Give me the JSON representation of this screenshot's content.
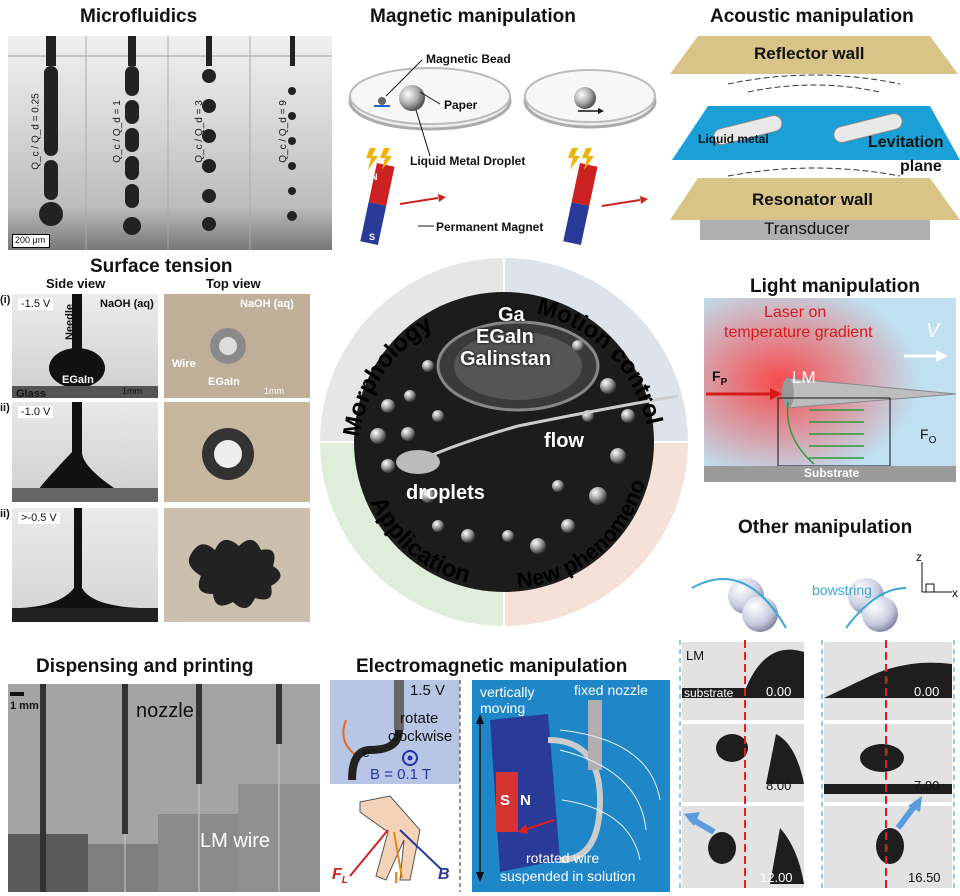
{
  "titles": {
    "microfluidics": "Microfluidics",
    "magnetic": "Magnetic manipulation",
    "acoustic": "Acoustic manipulation",
    "surface": "Surface tension",
    "light": "Light manipulation",
    "other": "Other manipulation",
    "dispensing": "Dispensing and printing",
    "electromagnetic": "Electromagnetic manipulation"
  },
  "microfluidics": {
    "ratios": [
      "Q_c / Q_d = 0.25",
      "Q_c / Q_d = 1",
      "Q_c / Q_d = 3",
      "Q_c / Q_d = 9"
    ],
    "scale": "200 μm"
  },
  "magnetic": {
    "bead": "Magnetic Bead",
    "paper": "Paper",
    "droplet": "Liquid Metal Droplet",
    "magnet": "Permanent Magnet",
    "n": "N",
    "s": "S"
  },
  "acoustic": {
    "reflector": "Reflector wall",
    "lm": "Liquid metal",
    "levitation": "Levitation",
    "plane": "plane",
    "resonator": "Resonator wall",
    "transducer": "Transducer"
  },
  "surface": {
    "side": "Side view",
    "top": "Top view",
    "naoh": "NaOH (aq)",
    "needle": "Needle",
    "egain": "EGaIn",
    "glass": "Glass",
    "wire": "Wire",
    "mm": "1mm",
    "rows": [
      {
        "tag": "(i)",
        "v": "-1.5 V"
      },
      {
        "tag": "ii)",
        "v": "-1.0 V"
      },
      {
        "tag": "ii)",
        "v": ">-0.5 V"
      }
    ]
  },
  "center": {
    "sectors": [
      "Morphology",
      "Motion control",
      "Application",
      "New phenomenon"
    ],
    "metals": [
      "Ga",
      "EGaIn",
      "Galinstan"
    ],
    "flow": "flow",
    "droplets": "droplets"
  },
  "light": {
    "laser1": "Laser on",
    "laser2": "temperature gradient",
    "v": "V",
    "fp": "F",
    "fp_sub": "P",
    "lm": "LM",
    "fo": "F",
    "fo_sub": "O",
    "substrate": "Substrate"
  },
  "other": {
    "bowstring": "bowstring",
    "z": "z",
    "x": "x",
    "lm": "LM",
    "substrate": "substrate",
    "times_left": [
      "0.00",
      "8.00",
      "12.00"
    ],
    "times_right": [
      "0.00",
      "7.00",
      "16.50"
    ]
  },
  "dispensing": {
    "mm": "1 mm",
    "nozzle": "nozzle",
    "wire": "LM wire"
  },
  "electromagnetic": {
    "voltage": "1.5 V",
    "rotate1": "rotate",
    "rotate2": "clockwise",
    "electron": "e⁻",
    "field": "B = 0.1 T",
    "fl": "F",
    "fl_sub": "L",
    "i": "I",
    "b": "B",
    "vert1": "vertically",
    "vert2": "moving",
    "fixed": "fixed nozzle",
    "s": "S",
    "n": "N",
    "wire1": "rotated wire",
    "wire2": "suspended in solution"
  }
}
